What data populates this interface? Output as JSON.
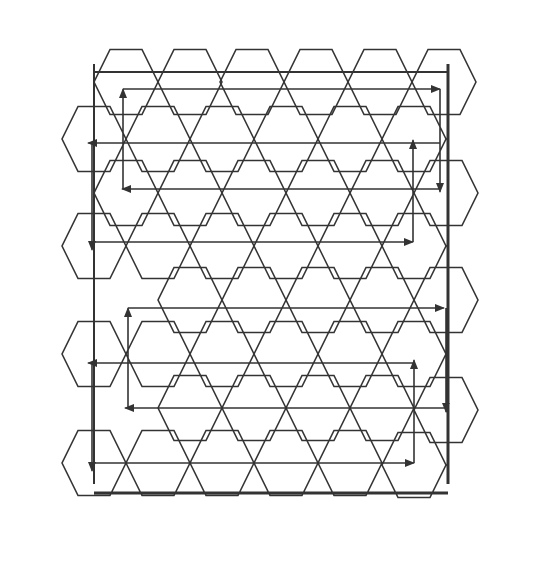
{
  "diagram": {
    "kind": "hexagonal-grid-scan-path",
    "hex_columns": 6,
    "hex_rows_per_column": 4,
    "colors": {
      "background": "#ffffff",
      "stroke": "#333333",
      "arrow": "#333333"
    },
    "scan_passes": [
      {
        "direction": "right"
      },
      {
        "direction": "left"
      },
      {
        "direction": "left"
      },
      {
        "direction": "right"
      },
      {
        "direction": "right"
      },
      {
        "direction": "left"
      },
      {
        "direction": "left"
      },
      {
        "direction": "right"
      }
    ]
  }
}
